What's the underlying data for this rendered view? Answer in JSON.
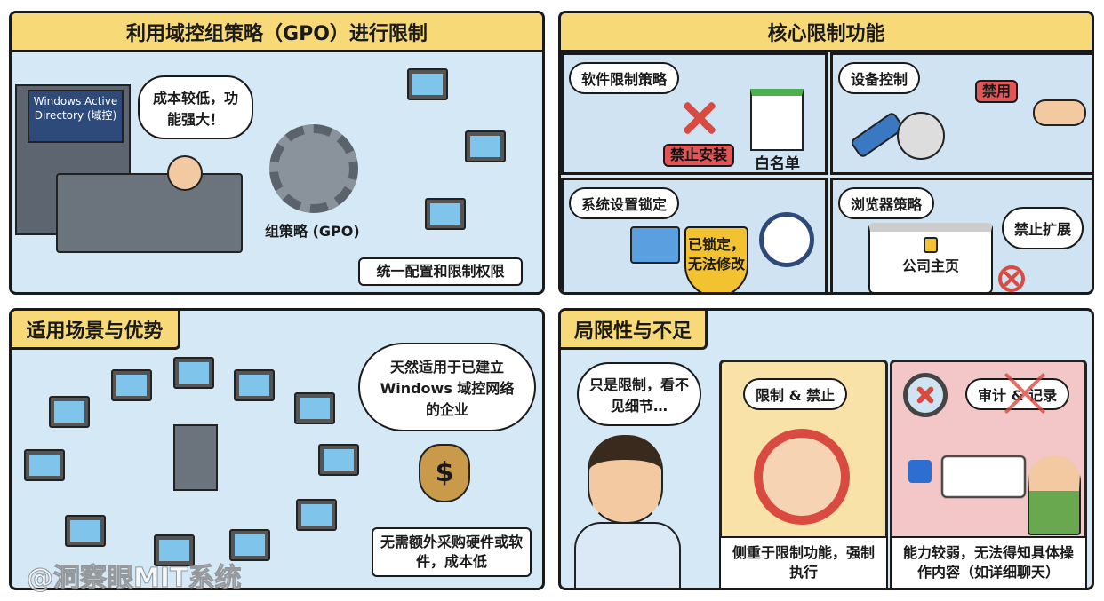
{
  "panel1": {
    "title": "利用域控组策略（GPO）进行限制",
    "server_label": "Windows Active Directory (域控)",
    "bubble": "成本较低，功能强大！",
    "gear_label": "组策略 (GPO)",
    "caption": "统一配置和限制权限"
  },
  "panel2": {
    "title": "核心限制功能",
    "software": {
      "tag": "软件限制策略",
      "ban": "禁止安装",
      "whitelist": "白名单"
    },
    "device": {
      "tag": "设备控制",
      "sign": "禁用"
    },
    "system": {
      "tag": "系统设置锁定",
      "shield": "已锁定，无法修改"
    },
    "browser": {
      "tag": "浏览器策略",
      "cloud": "禁止扩展",
      "homepage": "公司主页"
    }
  },
  "panel3": {
    "title": "适用场景与优势",
    "bubble": "天然适用于已建立 Windows 域控网络的企业",
    "money_symbol": "$",
    "caption": "无需额外采购硬件或软件，成本低"
  },
  "panel4": {
    "title": "局限性与不足",
    "thought": "只是限制，看不见细节…",
    "left_tag": "限制 & 禁止",
    "left_caption": "侧重于限制功能，强制执行",
    "right_tag": "审计 & 记录",
    "right_caption": "能力较弱，无法得知具体操作内容（如详细聊天）"
  },
  "watermark": "@洞察眼MIT系统"
}
